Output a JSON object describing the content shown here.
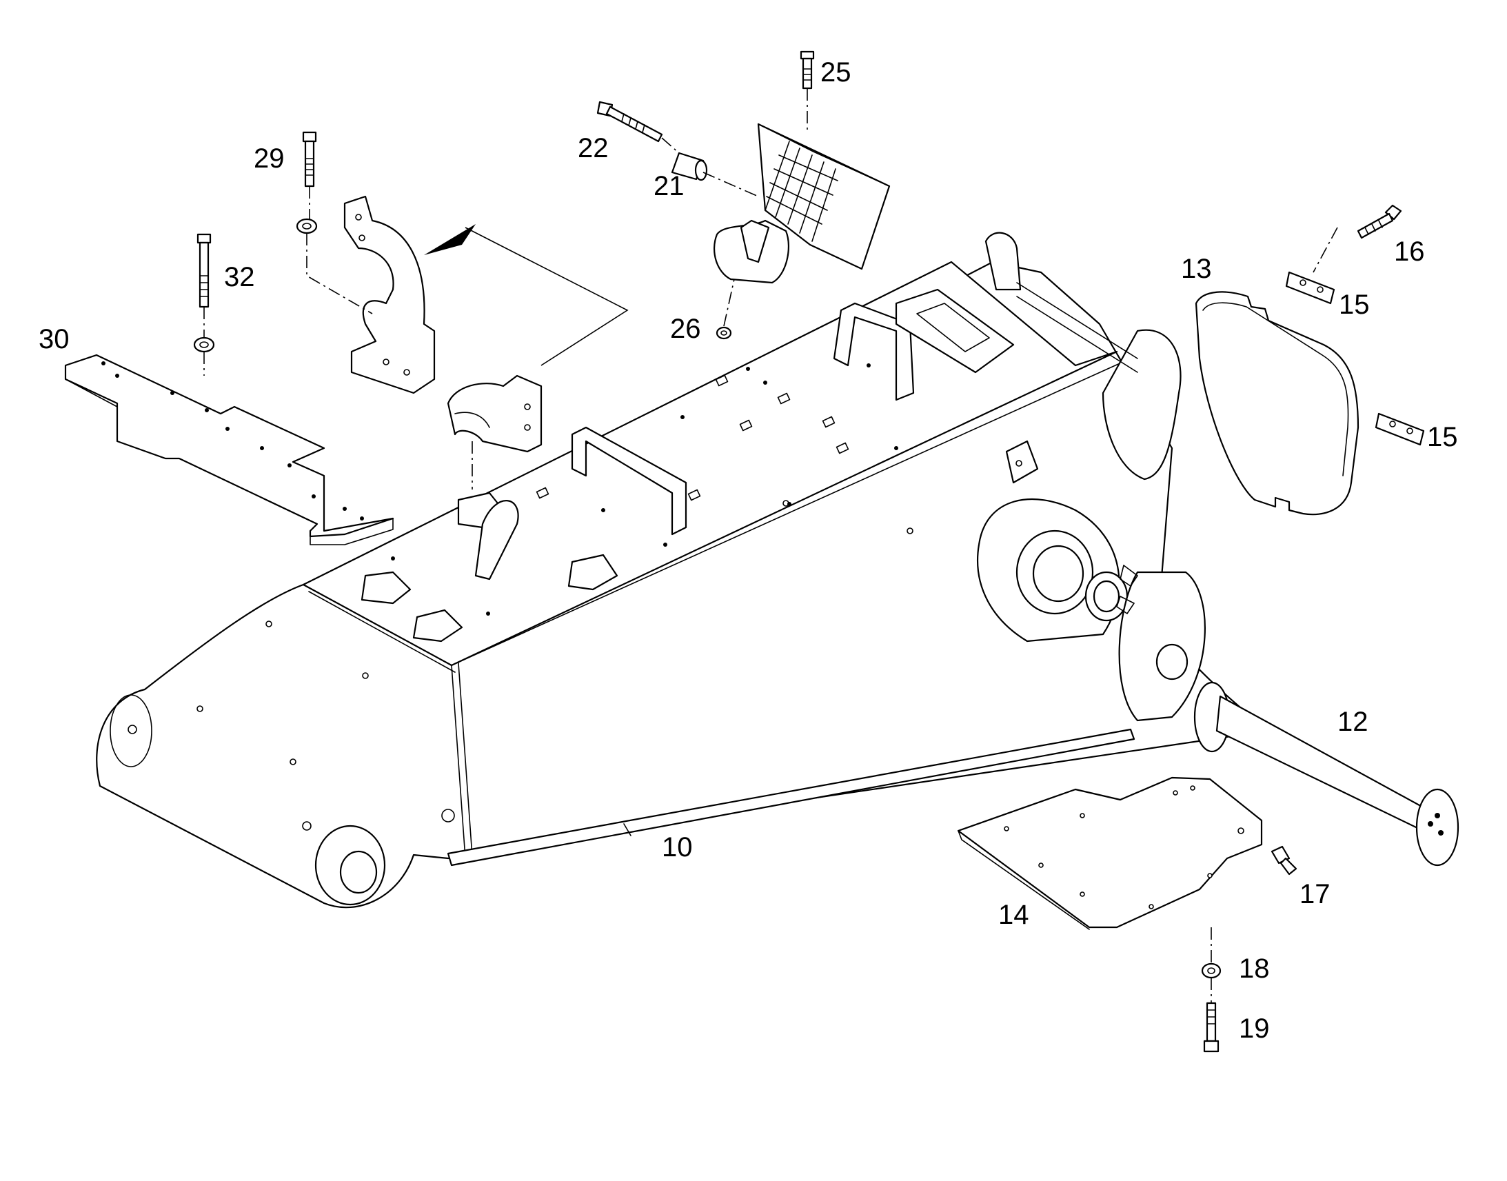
{
  "diagram": {
    "callouts": [
      {
        "id": "c10",
        "label": "10"
      },
      {
        "id": "c12",
        "label": "12"
      },
      {
        "id": "c13",
        "label": "13"
      },
      {
        "id": "c14",
        "label": "14"
      },
      {
        "id": "c15a",
        "label": "15"
      },
      {
        "id": "c15b",
        "label": "15"
      },
      {
        "id": "c16",
        "label": "16"
      },
      {
        "id": "c17",
        "label": "17"
      },
      {
        "id": "c18",
        "label": "18"
      },
      {
        "id": "c19",
        "label": "19"
      },
      {
        "id": "c21",
        "label": "21"
      },
      {
        "id": "c22",
        "label": "22"
      },
      {
        "id": "c25",
        "label": "25"
      },
      {
        "id": "c26",
        "label": "26"
      },
      {
        "id": "c29",
        "label": "29"
      },
      {
        "id": "c30",
        "label": "30"
      },
      {
        "id": "c32",
        "label": "32"
      }
    ],
    "colors": {
      "line": "#000000",
      "background": "#ffffff"
    }
  }
}
